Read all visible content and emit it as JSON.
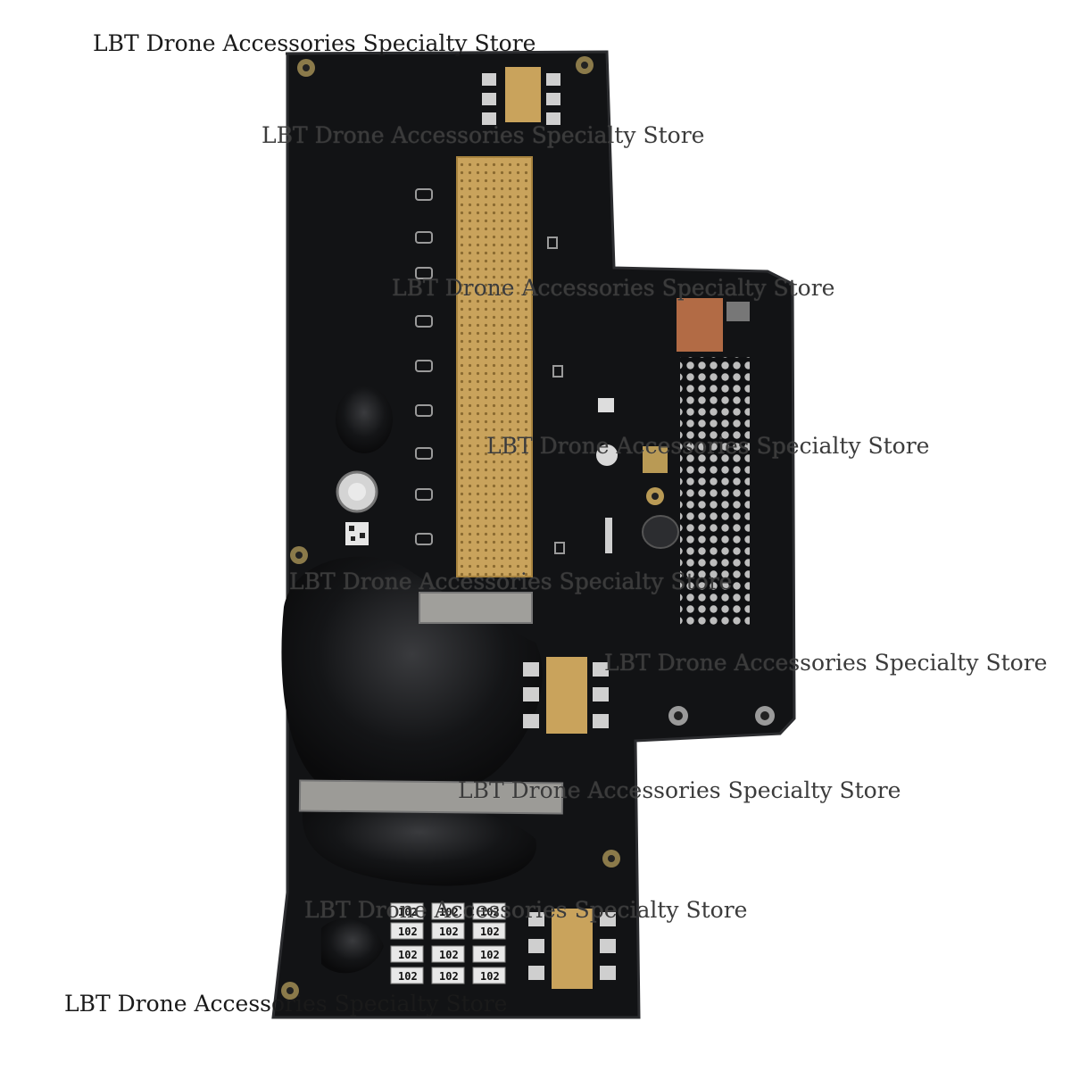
{
  "watermark": {
    "text": "LBT Drone Accessories Specialty Store"
  },
  "resistor_labels": [
    "102",
    "102",
    "102",
    "102",
    "102",
    "102",
    "102",
    "102",
    "102",
    "102",
    "102",
    "102"
  ],
  "colors": {
    "pcb": "#111214",
    "pcb_edge": "#2a2b2e",
    "gold": "#c9a35c",
    "pad": "#b9b9b9",
    "shield": "#9a9a98",
    "background": "#ffffff"
  }
}
